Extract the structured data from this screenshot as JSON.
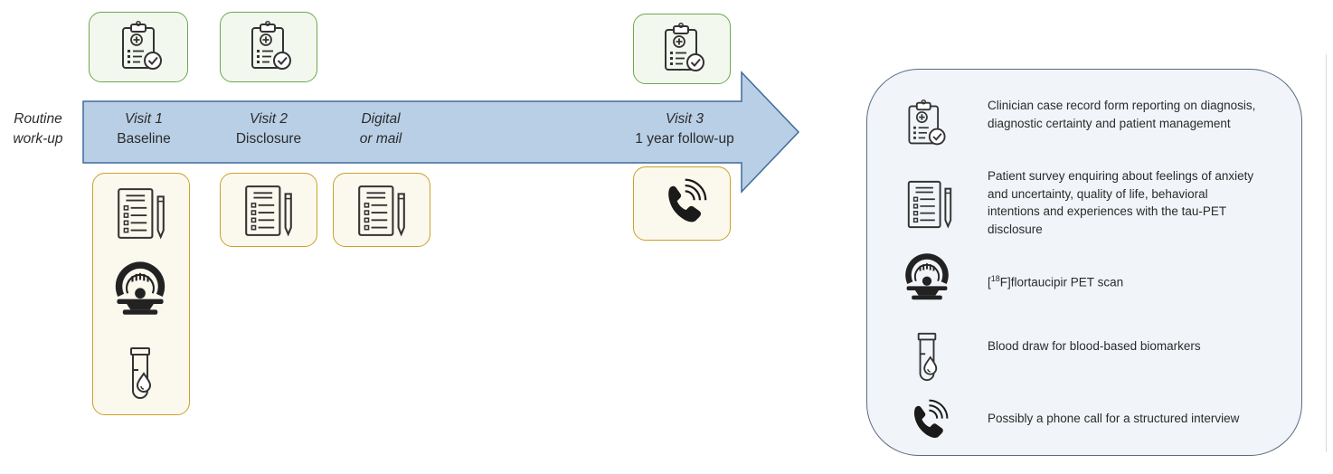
{
  "routine": {
    "line1": "Routine",
    "line2": "work-up"
  },
  "visits": [
    {
      "line1": "Visit 1",
      "line2": "Baseline"
    },
    {
      "line1": "Visit 2",
      "line2": "Disclosure"
    },
    {
      "line1": "Digital",
      "line2": "or mail"
    },
    {
      "line1": "Visit 3",
      "line2": "1 year follow-up"
    }
  ],
  "legend": [
    {
      "icon": "clipboard-check-icon",
      "text": "Clinician case record form reporting on diagnosis, diagnostic certainty and patient management"
    },
    {
      "icon": "survey-form-icon",
      "text": "Patient survey enquiring about feelings of anxiety and uncertainty, quality of life, behavioral intentions and experiences with the tau-PET disclosure"
    },
    {
      "icon": "pet-scanner-icon",
      "text_pre": "[",
      "text_sup": "18",
      "text_post": "F]flortaucipir PET scan"
    },
    {
      "icon": "blood-tube-icon",
      "text": "Blood draw for blood-based biomarkers"
    },
    {
      "icon": "phone-icon",
      "text": "Possibly a phone call for a structured interview"
    }
  ],
  "colors": {
    "arrow": "#b9cfe6",
    "arrow_stroke": "#3e6b9a",
    "green": "#6aa84f",
    "gold": "#c9a227",
    "legend_border": "#5a6b82"
  }
}
